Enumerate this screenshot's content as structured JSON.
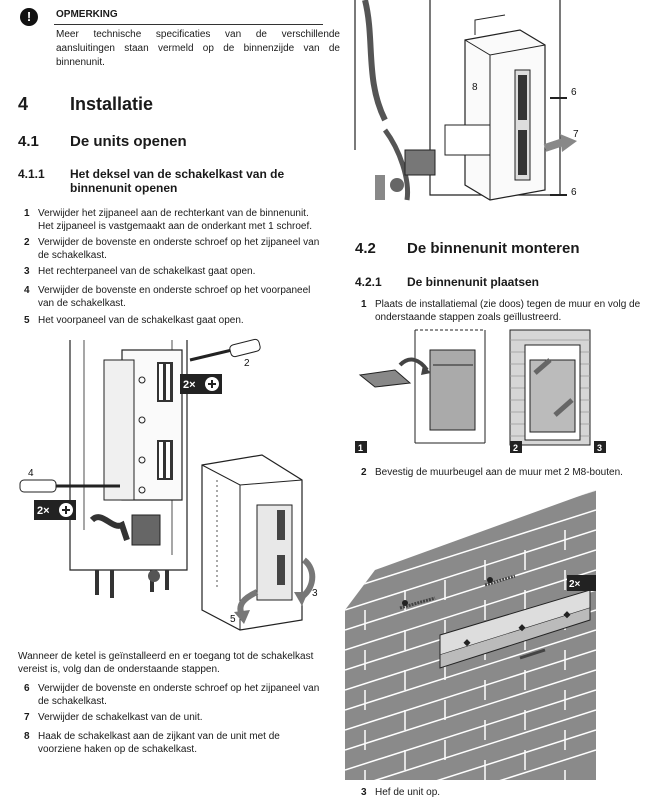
{
  "note": {
    "icon": "!",
    "title": "OPMERKING",
    "text": "Meer technische specificaties van de verschillende aansluitingen staan vermeld op de binnenzijde van de binnenunit."
  },
  "section4": {
    "num": "4",
    "title": "Installatie"
  },
  "section41": {
    "num": "4.1",
    "title": "De units openen"
  },
  "section411": {
    "num": "4.1.1",
    "title": "Het deksel van de schakelkast van de binnenunit openen"
  },
  "steps_a": [
    {
      "n": "1",
      "line1": "Verwijder het zijpaneel aan de rechterkant van de binnenunit.",
      "line2": "Het zijpaneel is vastgemaakt aan de onderkant met 1 schroef."
    },
    {
      "n": "2",
      "line1": "Verwijder de bovenste en onderste schroef op het zijpaneel van",
      "line2": "de schakelkast."
    },
    {
      "n": "3",
      "line1": "Het rechterpaneel van de schakelkast gaat open.",
      "line2": ""
    },
    {
      "n": "4",
      "line1": "Verwijder de bovenste en onderste schroef op het voorpaneel",
      "line2": "van de schakelkast."
    },
    {
      "n": "5",
      "line1": "Het voorpaneel van de schakelkast gaat open.",
      "line2": ""
    }
  ],
  "figure_left": {
    "badge": "2×",
    "callouts": [
      "2",
      "4",
      "3",
      "5"
    ]
  },
  "intro_text": {
    "line1": "Wanneer de ketel is geïnstalleerd en er toegang tot de schakelkast",
    "line2": "vereist is, volg dan de onderstaande stappen."
  },
  "steps_b": [
    {
      "n": "6",
      "line1": "Verwijder de bovenste en onderste schroef op het zijpaneel van",
      "line2": "de schakelkast."
    },
    {
      "n": "7",
      "line1": "Verwijder de schakelkast van de unit.",
      "line2": ""
    },
    {
      "n": "8",
      "line1": "Haak de schakelkast aan de zijkant van de unit met de",
      "line2": "voorziene haken op de schakelkast."
    }
  ],
  "figure_right_top": {
    "callouts": [
      "8",
      "6",
      "7",
      "6"
    ]
  },
  "section42": {
    "num": "4.2",
    "title": "De binnenunit monteren"
  },
  "section421": {
    "num": "4.2.1",
    "title": "De binnenunit plaatsen"
  },
  "steps_c": [
    {
      "n": "1",
      "line1": "Plaats de installatiemal (zie doos) tegen de muur en volg de",
      "line2": "onderstaande stappen zoals geïllustreerd."
    },
    {
      "n": "2",
      "line1": "Bevestig de muurbeugel aan de muur met 2 M8-bouten.",
      "line2": ""
    },
    {
      "n": "3",
      "line1": "Hef de unit op.",
      "line2": ""
    }
  ],
  "template_panels": [
    "1",
    "2",
    "3"
  ],
  "figure_wall": {
    "badge": "2×"
  }
}
